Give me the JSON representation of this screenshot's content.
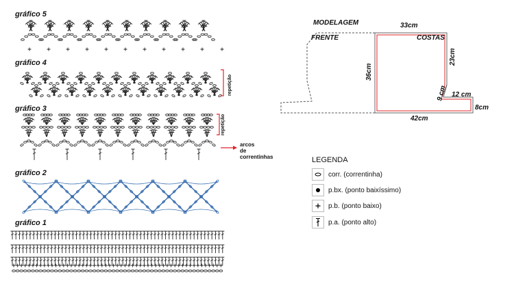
{
  "charts": {
    "grafico5": "gráfico 5",
    "grafico4": "gráfico 4",
    "grafico3": "gráfico 3",
    "grafico2": "gráfico 2",
    "grafico1": "gráfico 1"
  },
  "annotations": {
    "repeticao": "repetição",
    "arcos_line1": "arcos",
    "arcos_line2": "de",
    "arcos_line3": "correntinhas"
  },
  "pattern": {
    "title": "MODELAGEM",
    "frente": "FRENTE",
    "costas": "COSTAS",
    "top_width": "33cm",
    "height_left": "36cm",
    "height_right": "23cm",
    "diag": "9 cm",
    "step": "12 cm",
    "step_height": "8cm",
    "bottom_width": "42cm"
  },
  "legend": {
    "title": "LEGENDA",
    "items": [
      {
        "symbol": "oval-icon",
        "label": "corr. (correntinha)"
      },
      {
        "symbol": "dot-icon",
        "label": "p.bx. (ponto baixíssimo)"
      },
      {
        "symbol": "plus-icon",
        "label": "p.b. (ponto baixo)"
      },
      {
        "symbol": "tall-stitch-icon",
        "label": "p.a. (ponto alto)"
      }
    ]
  },
  "colors": {
    "stitch_blue": "#3a6fb0",
    "red": "#e0242a",
    "outline": "#444444"
  }
}
